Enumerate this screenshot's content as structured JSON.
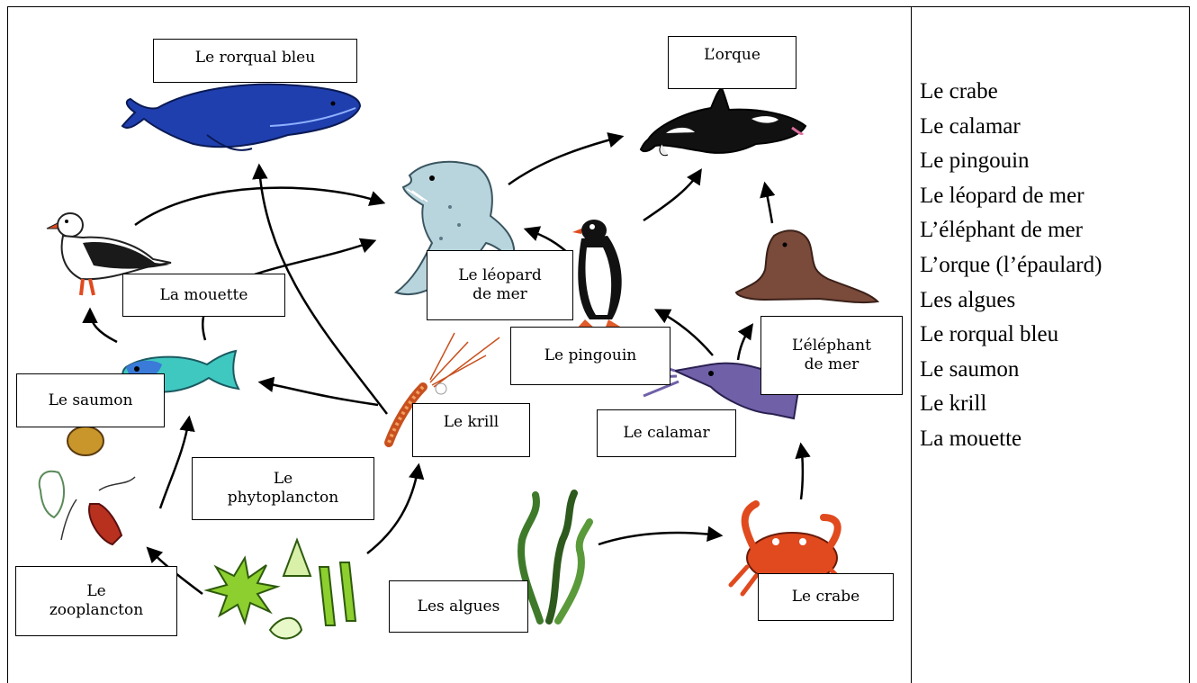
{
  "diagram": {
    "labels": {
      "rorqual": "Le rorqual bleu",
      "orque": "L’orque",
      "mouette": "La mouette",
      "leopard": "Le léopard\nde mer",
      "pingouin": "Le pingouin",
      "elephant": "L’éléphant\nde mer",
      "saumon": "Le saumon",
      "krill": "Le krill",
      "calamar": "Le calamar",
      "phytoplancton": "Le\nphytoplancton",
      "zooplancton": "Le\nzooplancton",
      "algues": "Les algues",
      "crabe": "Le crabe"
    }
  },
  "word_bank": [
    "Le crabe",
    "Le calamar",
    "Le pingouin",
    "Le léopard de mer",
    "L’éléphant de mer",
    "L’orque (l’épaulard)",
    "Les algues",
    "Le rorqual bleu",
    "Le saumon",
    "Le krill",
    "La mouette"
  ],
  "colors": {
    "whale_blue": "#1f3fae",
    "orca_black": "#111111",
    "seal_grey": "#b8d4dc",
    "elephant_seal_brown": "#7a4a3a",
    "salmon_teal": "#3fc8c0",
    "krill_orange": "#c8501e",
    "squid_purple": "#7060a8",
    "crab_red": "#e04a1e",
    "algae_green": "#3e7a2a",
    "phyto_green": "#8ccf2e"
  }
}
